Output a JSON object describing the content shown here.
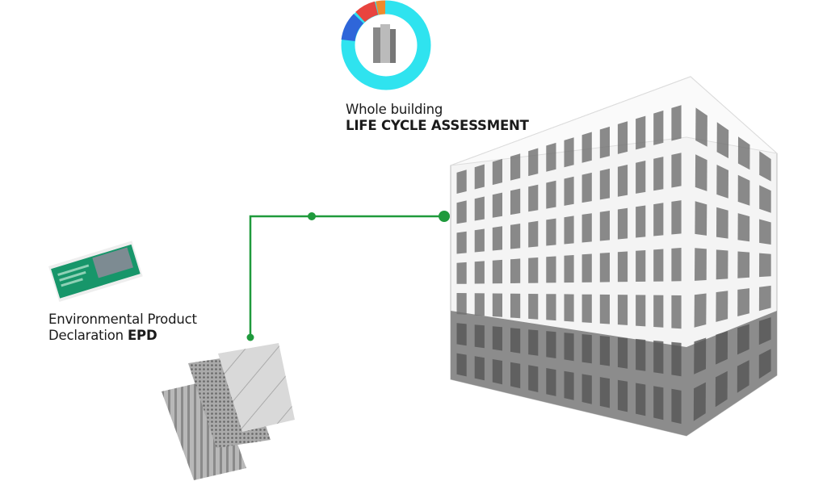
{
  "lca": {
    "line1": "Whole building",
    "line2": "LIFE CYCLE ASSESSMENT",
    "donut_colors": [
      "#2fe3ef",
      "#2f66d9",
      "#e8443f",
      "#f08a2b"
    ]
  },
  "epd": {
    "line1": "Environmental Product",
    "line2_prefix": "Declaration ",
    "line2_bold": "EPD",
    "card_color": "#17966a"
  },
  "connector": {
    "color": "#1f9a3c"
  },
  "icons": [
    "donut-chart-icon",
    "epd-document-icon",
    "material-tiles-icon",
    "building-icon"
  ]
}
